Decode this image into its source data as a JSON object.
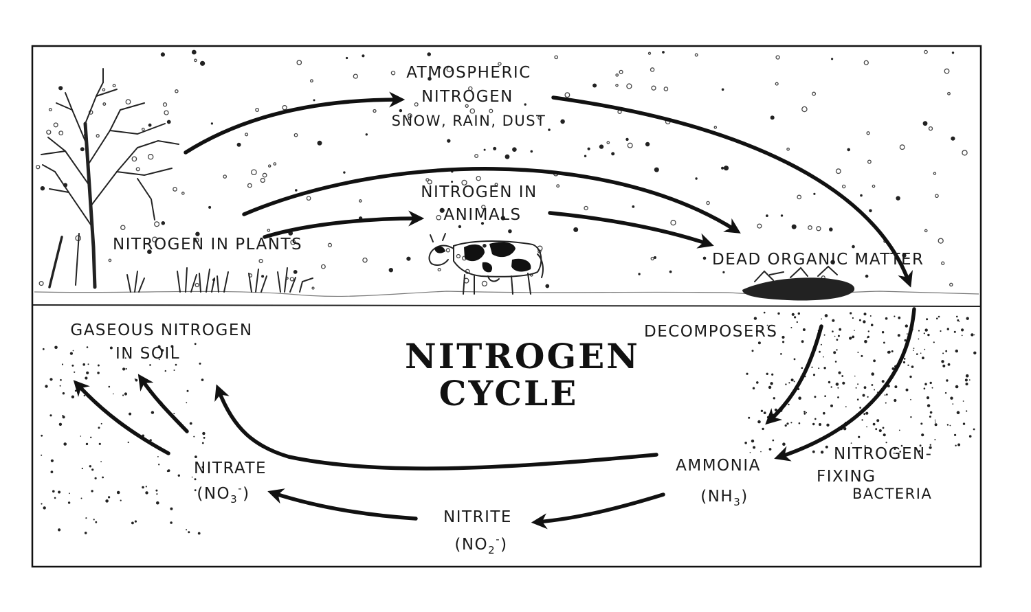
{
  "title": {
    "line1": "NITROGEN",
    "line2": "CYCLE"
  },
  "labels": {
    "atmospheric_1": "ATMOSPHERIC",
    "atmospheric_2": "NITROGEN",
    "atmospheric_3": "SNOW, RAIN, DUST",
    "animals_1": "NITROGEN IN",
    "animals_2": "ANIMALS",
    "plants": "NITROGEN IN PLANTS",
    "dead_matter": "DEAD ORGANIC MATTER",
    "gaseous_1": "GASEOUS NITROGEN",
    "gaseous_2": "IN SOIL",
    "decomposers": "DECOMPOSERS",
    "fixing_1": "NITROGEN-",
    "fixing_2": "FIXING",
    "fixing_3": "BACTERIA",
    "ammonia_1": "AMMONIA",
    "ammonia_2": "(NH",
    "ammonia_sub": "3",
    "ammonia_3": ")",
    "nitrate_1": "NITRATE",
    "nitrate_2": "(NO",
    "nitrate_sub": "3",
    "nitrate_sup": "-",
    "nitrate_3": ")",
    "nitrite_1": "NITRITE",
    "nitrite_2": "(NO",
    "nitrite_sub": "2",
    "nitrite_sup": "-",
    "nitrite_3": ")"
  },
  "colors": {
    "ink": "#111111",
    "background": "#ffffff"
  }
}
